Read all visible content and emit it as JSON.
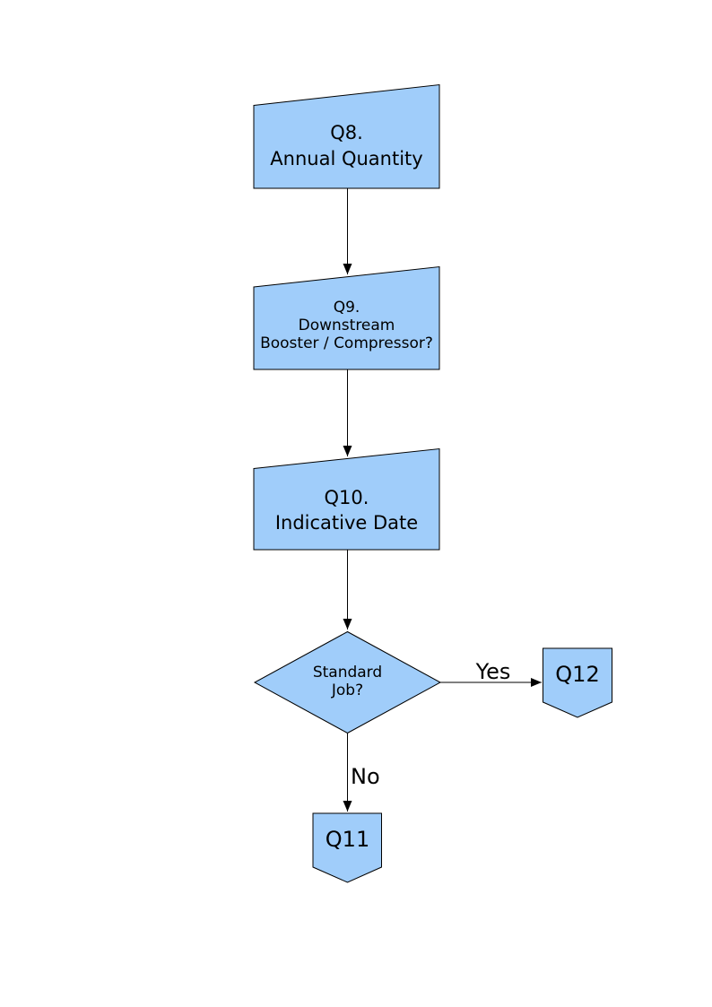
{
  "diagram": {
    "colors": {
      "node_fill": "#A0CDFA",
      "node_border": "#000000",
      "connector": "#000000",
      "text_color": "#000000",
      "background": "#FFFFFF"
    },
    "nodes": {
      "q8": {
        "shape": "manual-input",
        "lines": [
          "Q8.",
          "Annual Quantity"
        ]
      },
      "q9": {
        "shape": "manual-input",
        "lines": [
          "Q9.",
          "Downstream",
          "Booster / Compressor?"
        ]
      },
      "q10": {
        "shape": "manual-input",
        "lines": [
          "Q10.",
          "Indicative Date"
        ]
      },
      "standard_job": {
        "shape": "decision",
        "lines": [
          "Standard",
          "Job?"
        ]
      },
      "q12": {
        "shape": "off-page-connector",
        "lines": [
          "Q12"
        ]
      },
      "q11": {
        "shape": "off-page-connector",
        "lines": [
          "Q11"
        ]
      }
    },
    "edges": [
      {
        "from": "q8",
        "to": "q9",
        "label": ""
      },
      {
        "from": "q9",
        "to": "q10",
        "label": ""
      },
      {
        "from": "q10",
        "to": "standard_job",
        "label": ""
      },
      {
        "from": "standard_job",
        "to": "q12",
        "label": "Yes"
      },
      {
        "from": "standard_job",
        "to": "q11",
        "label": "No"
      }
    ]
  }
}
